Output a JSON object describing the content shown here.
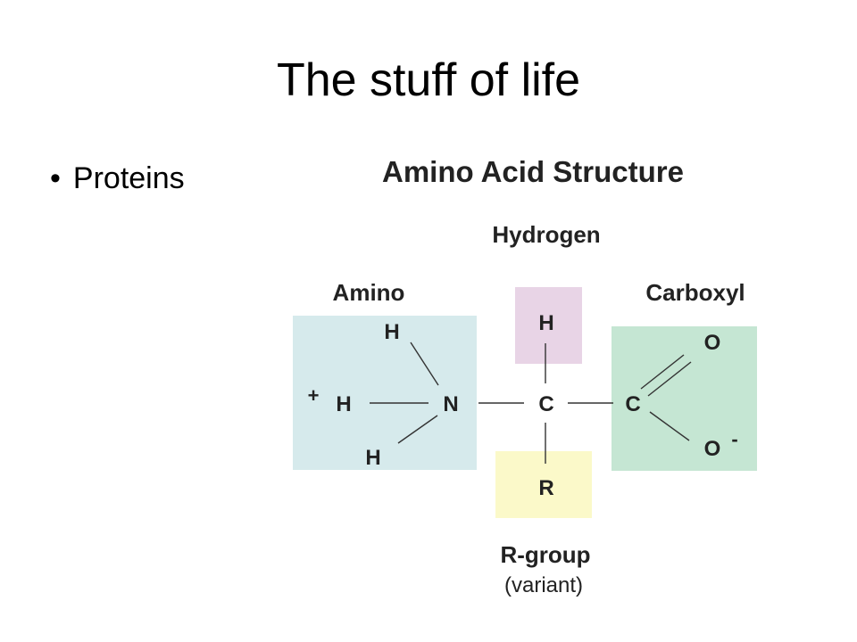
{
  "slide": {
    "title": "The stuff of life",
    "bullet": "Proteins"
  },
  "diagram": {
    "title": "Amino Acid Structure",
    "labels": {
      "hydrogen": "Hydrogen",
      "amino": "Amino",
      "carboxyl": "Carboxyl",
      "r_group": "R-group",
      "r_group_note": "(variant)"
    },
    "atoms": {
      "amino_h_top": "H",
      "amino_h_mid": "H",
      "amino_h_bottom": "H",
      "amino_charge": "+",
      "nitrogen": "N",
      "central_carbon": "C",
      "hydrogen_atom": "H",
      "r_atom": "R",
      "carboxyl_carbon": "C",
      "oxygen_top": "O",
      "oxygen_bottom": "O",
      "oxygen_charge": "-"
    },
    "colors": {
      "amino_box": "#d6eaec",
      "hydrogen_box": "#e8d4e6",
      "r_box": "#fbf9c9",
      "carboxyl_box": "#c5e6d3"
    }
  }
}
